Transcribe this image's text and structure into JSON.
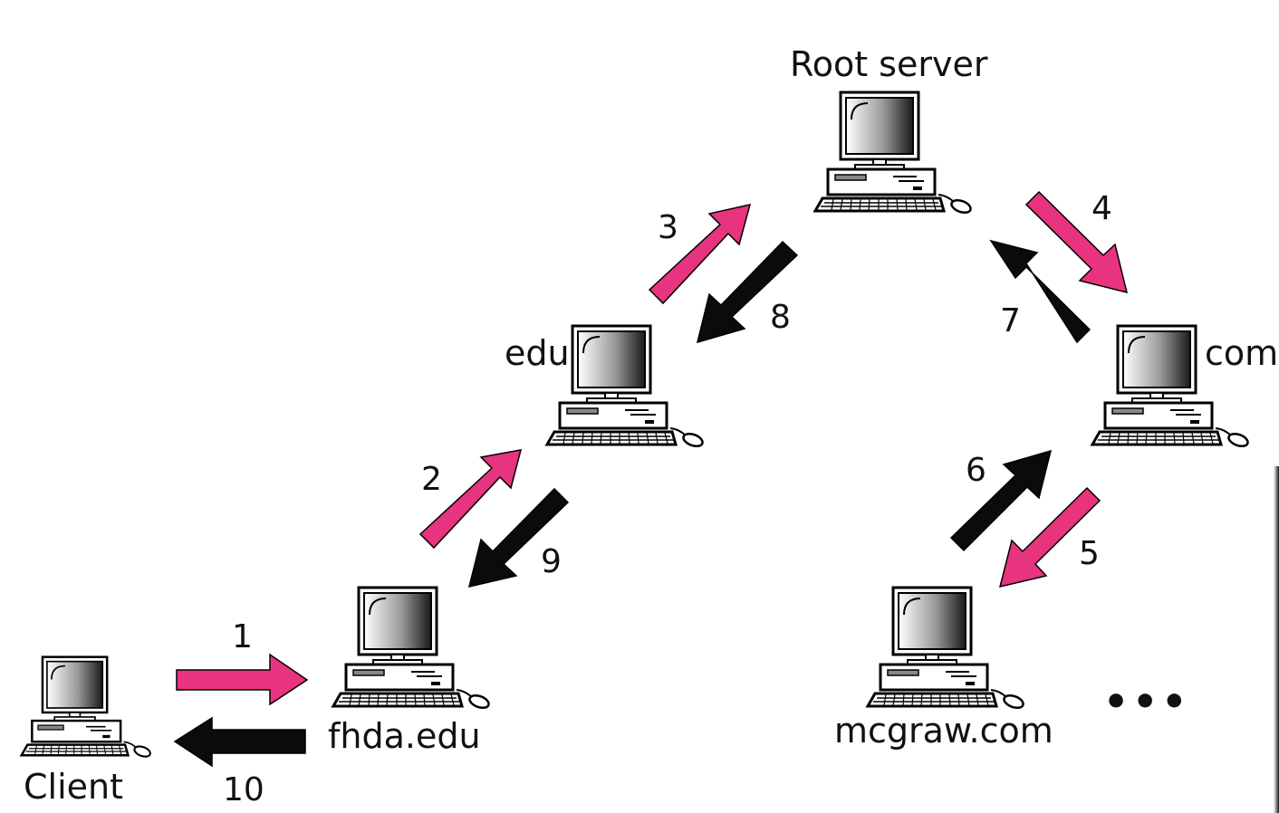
{
  "colors": {
    "request": "#e8337f",
    "response": "#0b0b0b",
    "text": "#111111"
  },
  "nodes": {
    "root": {
      "label": "Root server",
      "icon": "computer-icon"
    },
    "edu": {
      "label": "edu",
      "icon": "computer-icon"
    },
    "com": {
      "label": "com",
      "icon": "computer-icon"
    },
    "fhda": {
      "label": "fhda.edu",
      "icon": "computer-icon"
    },
    "mcgraw": {
      "label": "mcgraw.com",
      "icon": "computer-icon"
    },
    "client": {
      "label": "Client",
      "icon": "computer-icon"
    }
  },
  "steps": {
    "s1": "1",
    "s2": "2",
    "s3": "3",
    "s4": "4",
    "s5": "5",
    "s6": "6",
    "s7": "7",
    "s8": "8",
    "s9": "9",
    "s10": "10"
  },
  "ellipsis": "•••"
}
